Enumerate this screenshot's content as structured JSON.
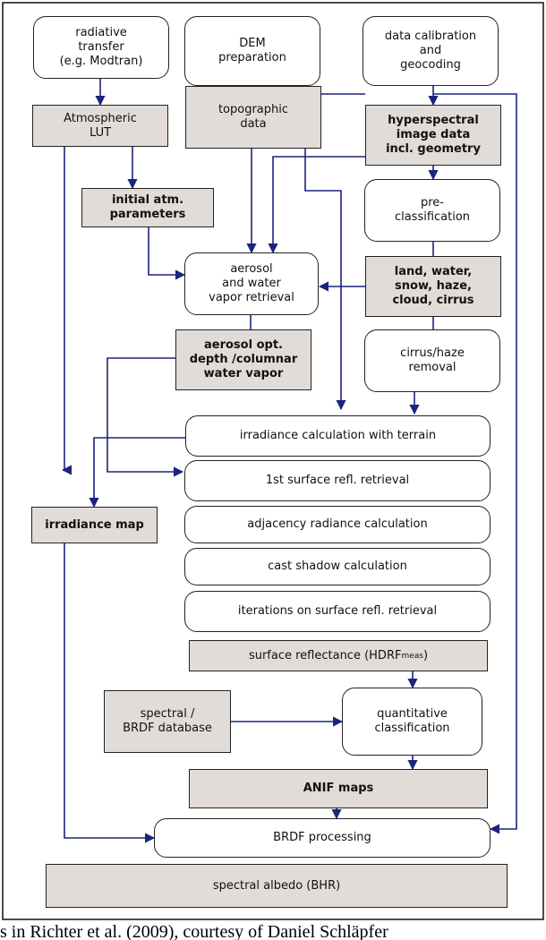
{
  "diagram": {
    "boxes": {
      "radiative_transfer": "radiative\ntransfer\n(e.g. Modtran)",
      "dem_preparation": "DEM\npreparation",
      "data_calibration": "data calibration\nand\ngeocoding",
      "atmospheric_lut": "Atmospheric\nLUT",
      "topographic_data": "topographic\ndata",
      "hyperspectral_image": "hyperspectral\nimage data\nincl. geometry",
      "initial_atm": "initial atm.\nparameters",
      "pre_classification": "pre-\nclassification",
      "aerosol_retrieval": "aerosol\nand water\nvapor retrieval",
      "land_water": "land, water,\nsnow, haze,\ncloud, cirrus",
      "aerosol_opt_depth": "aerosol opt.\ndepth /columnar\nwater vapor",
      "cirrus_haze": "cirrus/haze\nremoval",
      "irradiance_calc": "irradiance calculation with terrain",
      "first_surface": "1st surface refl. retrieval",
      "irradiance_map": "irradiance map",
      "adjacency": "adjacency radiance calculation",
      "cast_shadow": "cast shadow  calculation",
      "iterations": "iterations on  surface refl. retrieval",
      "surface_reflectance_main": "surface reflectance (HDRF",
      "surface_reflectance_sub": "meas",
      "surface_reflectance_close": ")",
      "spectral_brdf_db": "spectral /\nBRDF database",
      "quantitative": "quantitative\nclassification",
      "anif_maps": "ANIF maps",
      "brdf_processing": "BRDF processing",
      "spectral_albedo": "spectral albedo (BHR)"
    },
    "caption": "s in Richter et al. (2009), courtesy of Daniel Schläpfer"
  }
}
